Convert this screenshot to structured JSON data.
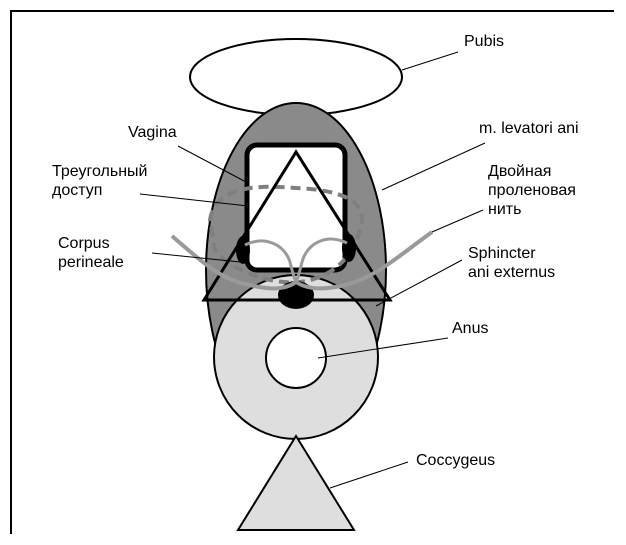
{
  "labels": {
    "pubis": "Pubis",
    "vagina": "Vagina",
    "levator": "m. levatori ani",
    "triangle_access": "Треугольный\nдоступ",
    "double_thread": "Двойная\nпроленовая\nнить",
    "corpus": "Corpus\nperineale",
    "sphincter": "Sphincter\nani externus",
    "anus": "Anus",
    "coccygeus": "Coccygeus"
  },
  "colors": {
    "outline": "#000000",
    "dark_fill": "#8a8a8a",
    "light_fill": "#dedede",
    "white": "#ffffff",
    "thread": "#9a9a9a",
    "dashed": "#7f7f7f"
  }
}
